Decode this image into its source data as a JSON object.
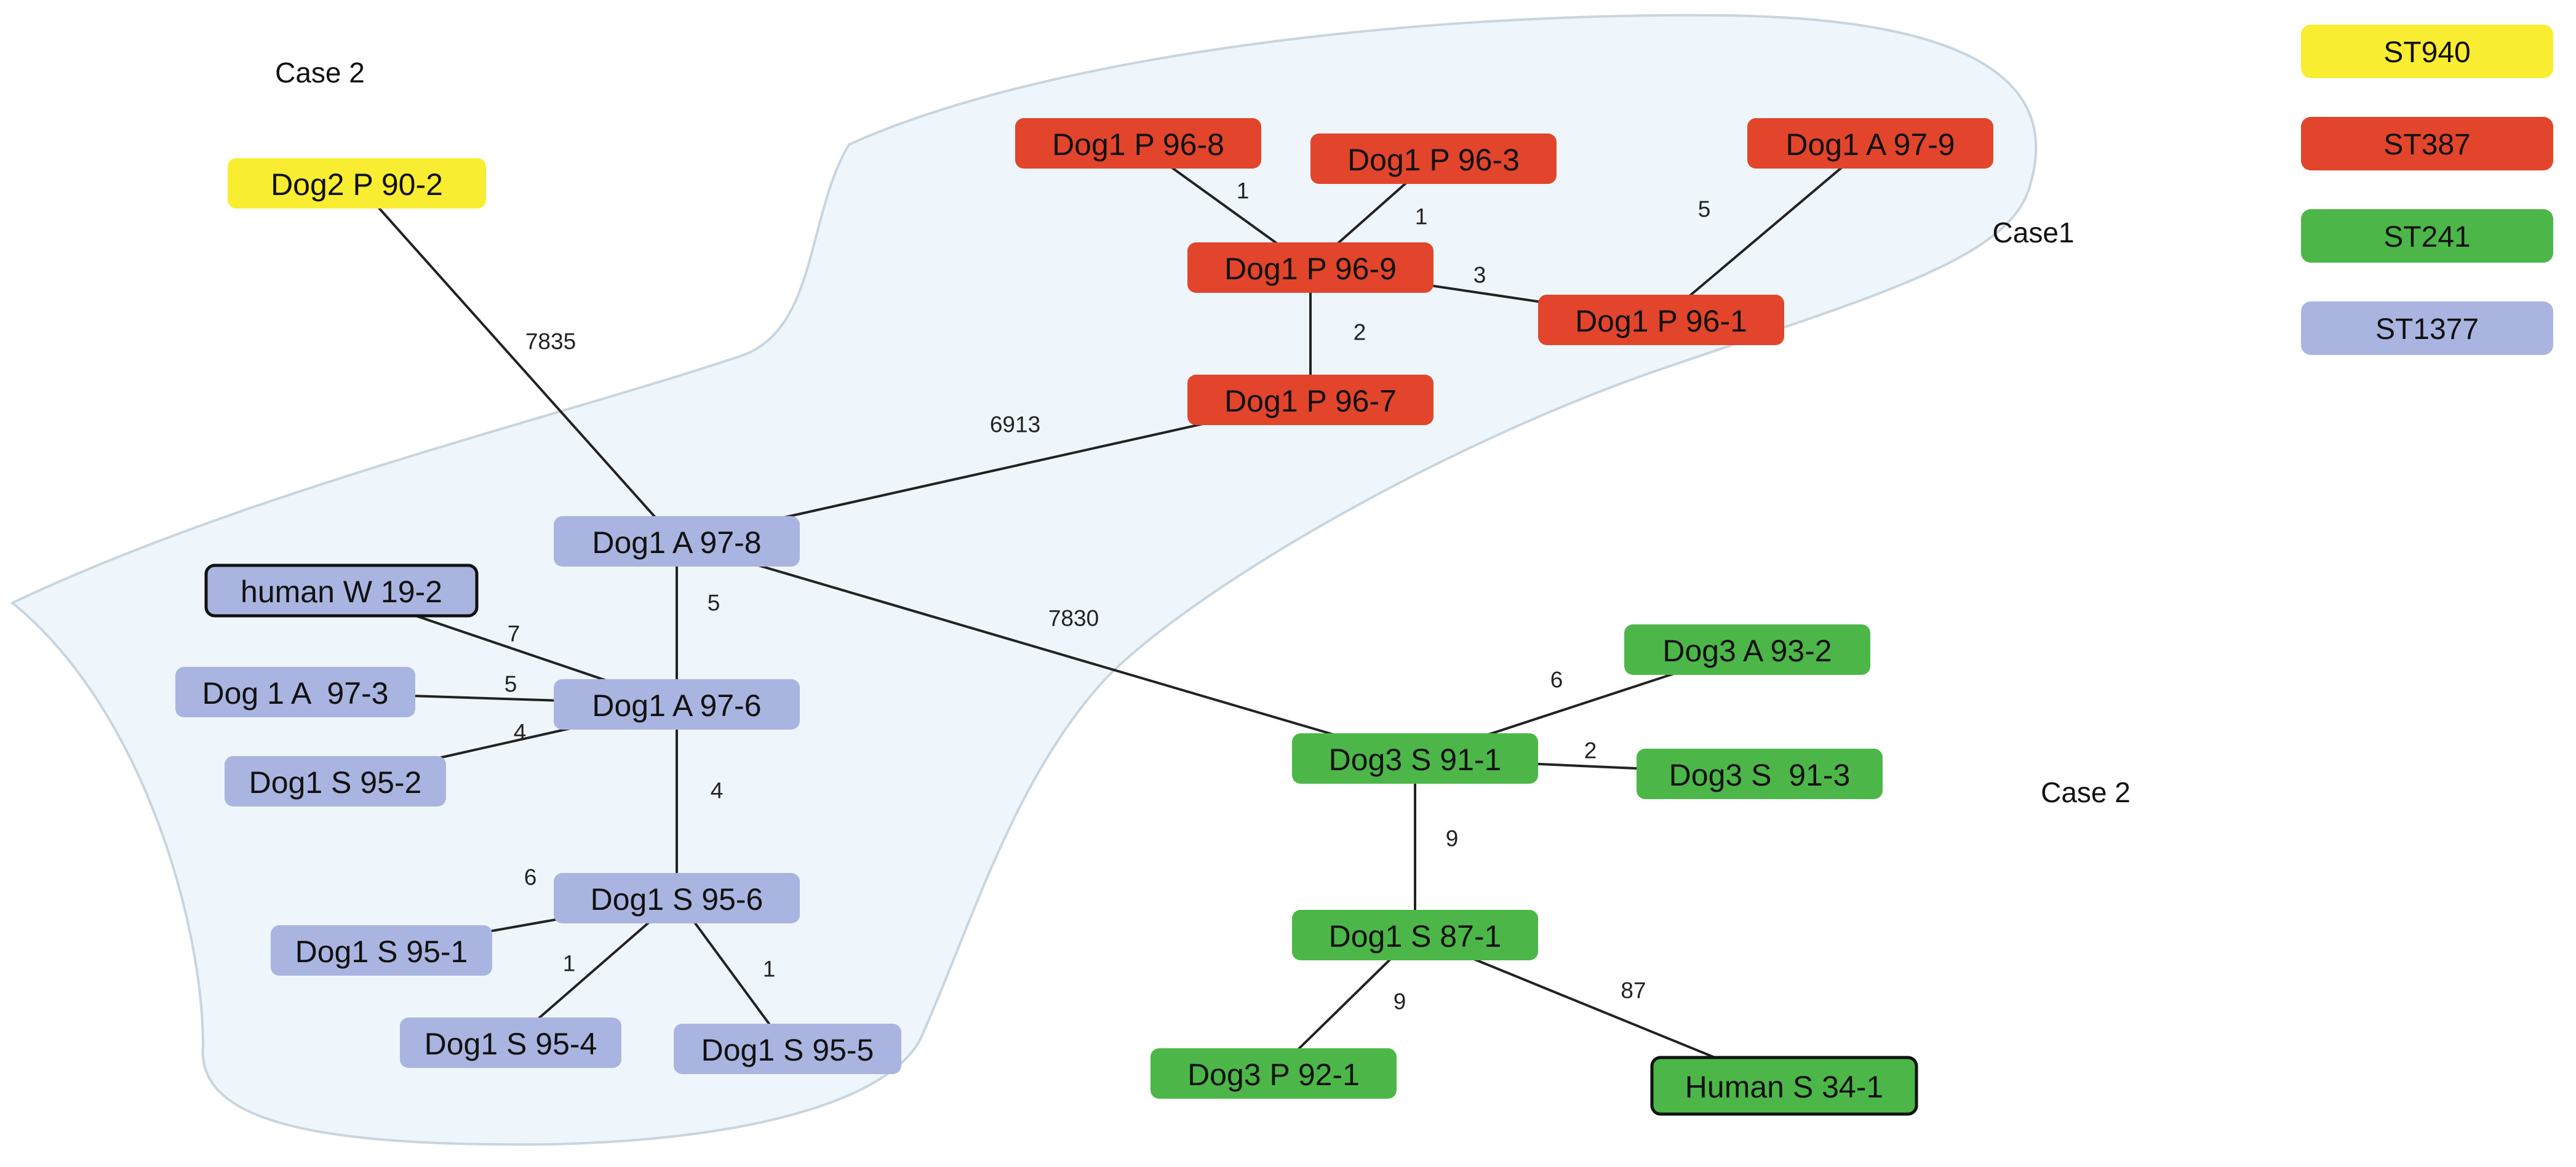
{
  "colors": {
    "ST940": "#f9ed32",
    "ST387": "#e2452b",
    "ST241": "#4cb748",
    "ST1377": "#a9b5e0",
    "region_fill": "#eef6fb",
    "region_stroke": "#c9d5de"
  },
  "legend": [
    {
      "id": "st940",
      "label": "ST940",
      "color": "#f9ed32"
    },
    {
      "id": "st387",
      "label": "ST387",
      "color": "#e2452b"
    },
    {
      "id": "st241",
      "label": "ST241",
      "color": "#4cb748"
    },
    {
      "id": "st1377",
      "label": "ST1377",
      "color": "#a9b5e0"
    }
  ],
  "case_labels": [
    {
      "id": "case2-top",
      "text": "Case 2"
    },
    {
      "id": "case1",
      "text": "Case1"
    },
    {
      "id": "case2-right",
      "text": "Case 2"
    }
  ],
  "nodes": [
    {
      "id": "n-dog2-p-90-2",
      "label": "Dog2 P 90-2",
      "st": "ST940"
    },
    {
      "id": "n-dog1-p-96-8",
      "label": "Dog1 P 96-8",
      "st": "ST387"
    },
    {
      "id": "n-dog1-p-96-3",
      "label": "Dog1 P 96-3",
      "st": "ST387"
    },
    {
      "id": "n-dog1-a-97-9",
      "label": "Dog1 A 97-9",
      "st": "ST387"
    },
    {
      "id": "n-dog1-p-96-9",
      "label": "Dog1 P 96-9",
      "st": "ST387"
    },
    {
      "id": "n-dog1-p-96-1",
      "label": "Dog1 P 96-1",
      "st": "ST387"
    },
    {
      "id": "n-dog1-p-96-7",
      "label": "Dog1 P 96-7",
      "st": "ST387"
    },
    {
      "id": "n-dog1-a-97-8",
      "label": "Dog1 A 97-8",
      "st": "ST1377"
    },
    {
      "id": "n-human-w-19-2",
      "label": "human W 19-2",
      "st": "ST1377",
      "outlined": true
    },
    {
      "id": "n-dog-1-a-97-3",
      "label": "Dog 1 A  97-3",
      "st": "ST1377"
    },
    {
      "id": "n-dog1-a-97-6",
      "label": "Dog1 A 97-6",
      "st": "ST1377"
    },
    {
      "id": "n-dog1-s-95-2",
      "label": "Dog1 S 95-2",
      "st": "ST1377"
    },
    {
      "id": "n-dog1-s-95-6",
      "label": "Dog1 S 95-6",
      "st": "ST1377"
    },
    {
      "id": "n-dog1-s-95-1",
      "label": "Dog1 S 95-1",
      "st": "ST1377"
    },
    {
      "id": "n-dog1-s-95-4",
      "label": "Dog1 S 95-4",
      "st": "ST1377"
    },
    {
      "id": "n-dog1-s-95-5",
      "label": "Dog1 S 95-5",
      "st": "ST1377"
    },
    {
      "id": "n-dog3-a-93-2",
      "label": "Dog3 A 93-2",
      "st": "ST241"
    },
    {
      "id": "n-dog3-s-91-1",
      "label": "Dog3 S 91-1",
      "st": "ST241"
    },
    {
      "id": "n-dog3-s-91-3",
      "label": "Dog3 S  91-3",
      "st": "ST241"
    },
    {
      "id": "n-dog1-s-87-1",
      "label": "Dog1 S 87-1",
      "st": "ST241"
    },
    {
      "id": "n-dog3-p-92-1",
      "label": "Dog3 P 92-1",
      "st": "ST241"
    },
    {
      "id": "n-human-s-34-1",
      "label": "Human S 34-1",
      "st": "ST241",
      "outlined": true
    }
  ],
  "edges": [
    {
      "id": "e-p968-p969",
      "from": "n-dog1-p-96-8",
      "to": "n-dog1-p-96-9",
      "label": "1"
    },
    {
      "id": "e-p963-p969",
      "from": "n-dog1-p-96-3",
      "to": "n-dog1-p-96-9",
      "label": "1"
    },
    {
      "id": "e-a979-p961",
      "from": "n-dog1-a-97-9",
      "to": "n-dog1-p-96-1",
      "label": "5"
    },
    {
      "id": "e-p969-p961",
      "from": "n-dog1-p-96-9",
      "to": "n-dog1-p-96-1",
      "label": "3"
    },
    {
      "id": "e-p969-p967",
      "from": "n-dog1-p-96-9",
      "to": "n-dog1-p-96-7",
      "label": "2"
    },
    {
      "id": "e-p967-a978",
      "from": "n-dog1-p-96-7",
      "to": "n-dog1-a-97-8",
      "label": "6913"
    },
    {
      "id": "e-p902-a978",
      "from": "n-dog2-p-90-2",
      "to": "n-dog1-a-97-8",
      "label": "7835"
    },
    {
      "id": "e-a978-s911",
      "from": "n-dog1-a-97-8",
      "to": "n-dog3-s-91-1",
      "label": "7830"
    },
    {
      "id": "e-a978-a976",
      "from": "n-dog1-a-97-8",
      "to": "n-dog1-a-97-6",
      "label": "5"
    },
    {
      "id": "e-w192-a976",
      "from": "n-human-w-19-2",
      "to": "n-dog1-a-97-6",
      "label": "7"
    },
    {
      "id": "e-a973-a976",
      "from": "n-dog-1-a-97-3",
      "to": "n-dog1-a-97-6",
      "label": "5"
    },
    {
      "id": "e-s952-a976",
      "from": "n-dog1-s-95-2",
      "to": "n-dog1-a-97-6",
      "label": "4"
    },
    {
      "id": "e-a976-s956",
      "from": "n-dog1-a-97-6",
      "to": "n-dog1-s-95-6",
      "label": "4"
    },
    {
      "id": "e-s956-s951",
      "from": "n-dog1-s-95-6",
      "to": "n-dog1-s-95-1",
      "label": "6"
    },
    {
      "id": "e-s956-s954",
      "from": "n-dog1-s-95-6",
      "to": "n-dog1-s-95-4",
      "label": "1"
    },
    {
      "id": "e-s956-s955",
      "from": "n-dog1-s-95-6",
      "to": "n-dog1-s-95-5",
      "label": "1"
    },
    {
      "id": "e-s911-a932",
      "from": "n-dog3-s-91-1",
      "to": "n-dog3-a-93-2",
      "label": "6"
    },
    {
      "id": "e-s911-s913",
      "from": "n-dog3-s-91-1",
      "to": "n-dog3-s-91-3",
      "label": "2"
    },
    {
      "id": "e-s911-s871",
      "from": "n-dog3-s-91-1",
      "to": "n-dog1-s-87-1",
      "label": "9"
    },
    {
      "id": "e-s871-p921",
      "from": "n-dog1-s-87-1",
      "to": "n-dog3-p-92-1",
      "label": "9"
    },
    {
      "id": "e-s871-s341",
      "from": "n-dog1-s-87-1",
      "to": "n-human-s-34-1",
      "label": "87"
    }
  ]
}
